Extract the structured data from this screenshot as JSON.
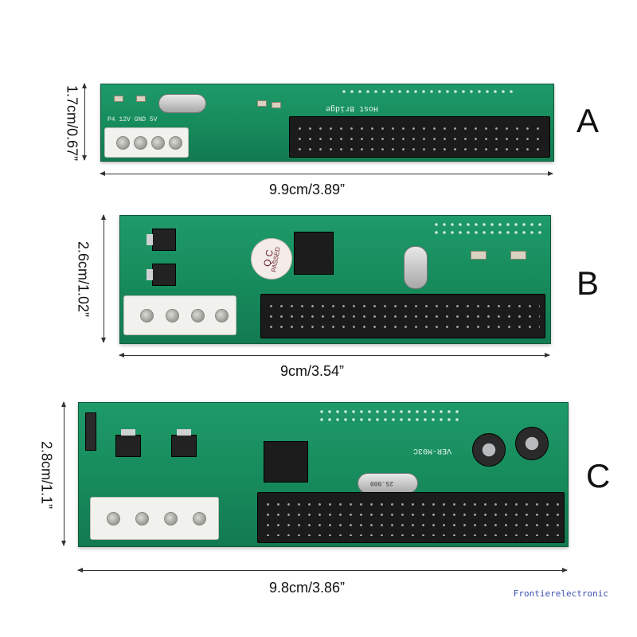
{
  "boards": [
    {
      "label": "A",
      "width_text": "9.9cm/3.89”",
      "height_text": "1.7cm/0.67”",
      "silkscreen": [
        "Host Bridge",
        "P4 12V  GND  5V"
      ]
    },
    {
      "label": "B",
      "width_text": "9cm/3.54”",
      "height_text": "2.6cm/1.02”",
      "sticker_top": "Q C",
      "sticker_bottom": "PASSED"
    },
    {
      "label": "C",
      "width_text": "9.8cm/3.86”",
      "height_text": "2.8cm/1.1”",
      "silkscreen": [
        "VER-M03C",
        "25.000"
      ]
    }
  ],
  "watermark": "Frontierelectronic",
  "colors": {
    "pcb": "#168a5b",
    "connector": "#1b1b1b",
    "molex": "#f1f1ee"
  }
}
